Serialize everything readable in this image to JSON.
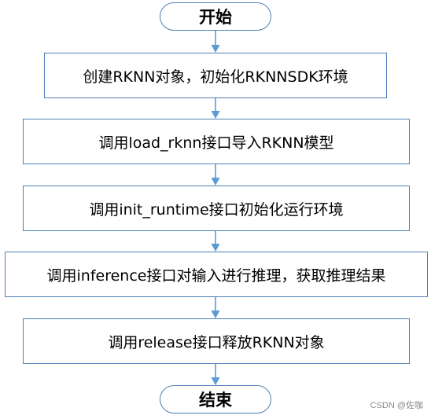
{
  "flowchart": {
    "start_label": "开始",
    "end_label": "结束",
    "steps": [
      "创建RKNN对象，初始化RKNNSDK环境",
      "调用load_rknn接口导入RKNN模型",
      "调用init_runtime接口初始化运行环境",
      "调用inference接口对输入进行推理，获取推理结果",
      "调用release接口释放RKNN对象"
    ]
  },
  "colors": {
    "box_border": "#4f7fb4",
    "arrow": "#5b9bd5",
    "text": "#000000"
  },
  "watermark": "CSDN @佐咖"
}
